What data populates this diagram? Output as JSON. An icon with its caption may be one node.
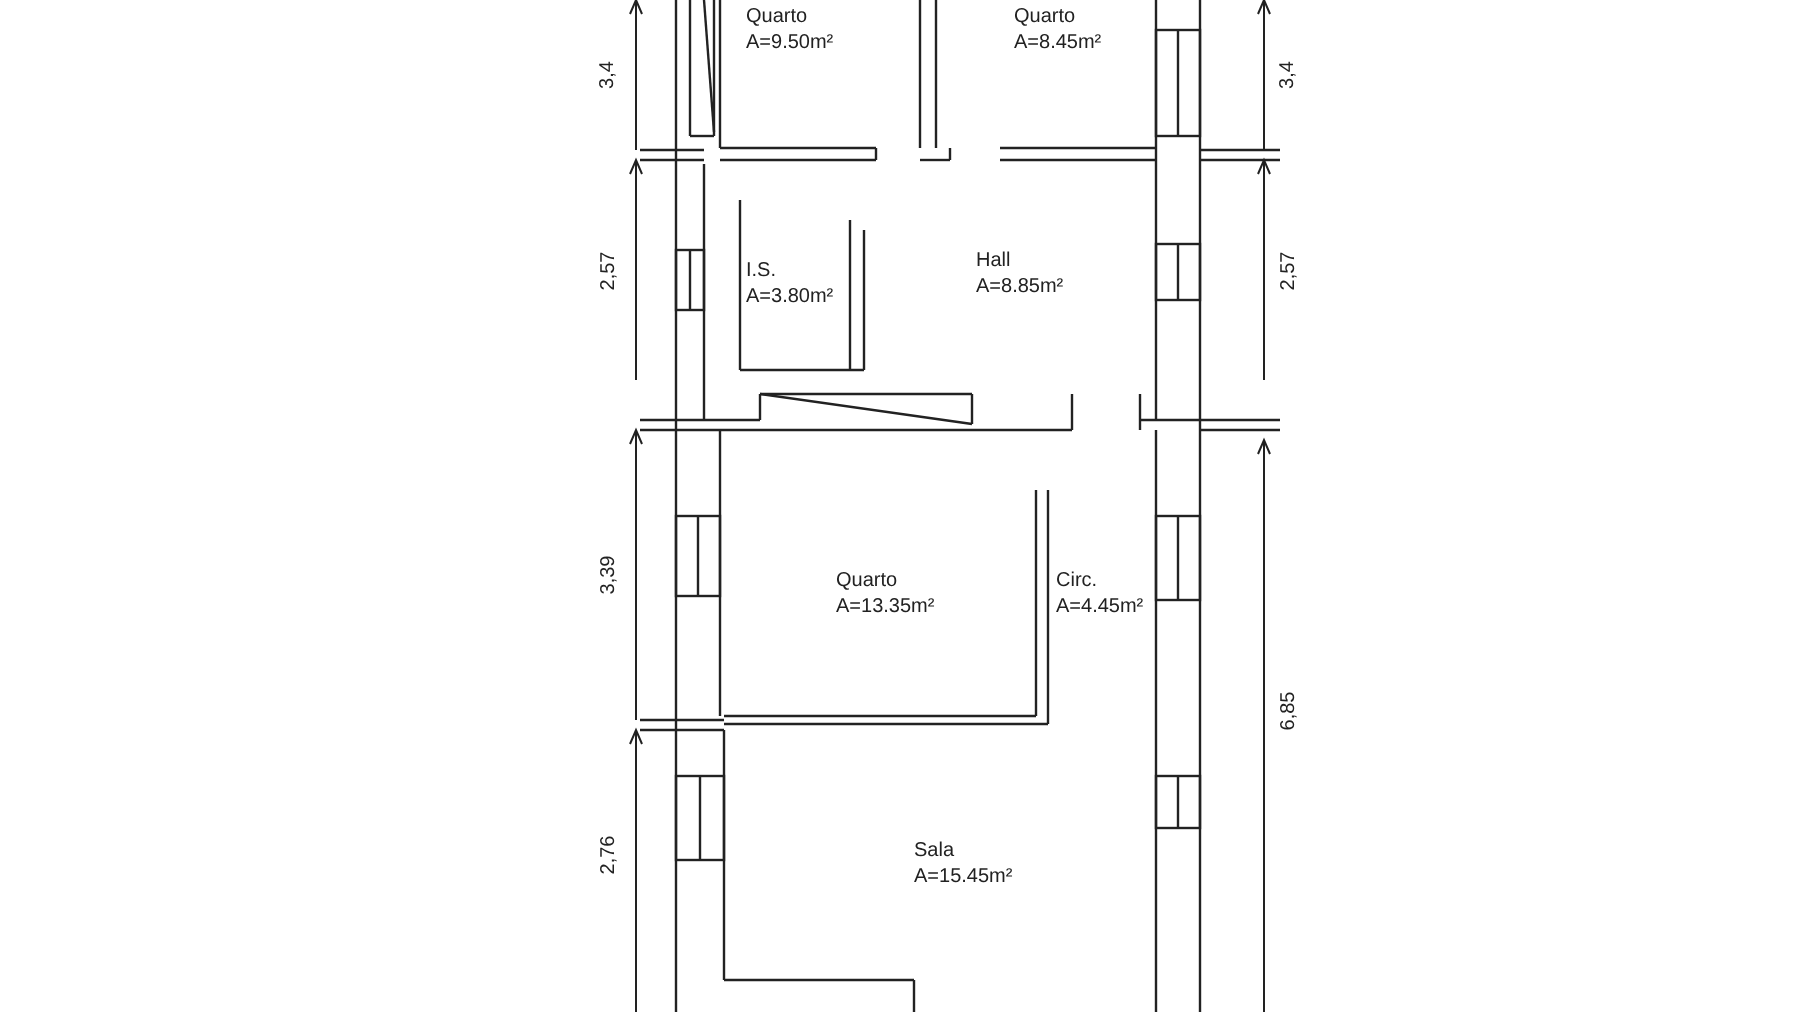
{
  "diagram": {
    "nodes": [
      {
        "text": [
          "Quarto",
          "A=9.50m²"
        ]
      },
      {
        "text": [
          "Quarto",
          "A=8.45m²"
        ]
      },
      {
        "text": [
          "I.S.",
          "A=3.80m²"
        ]
      },
      {
        "text": [
          "Hall",
          "A=8.85m²"
        ]
      },
      {
        "text": [
          "Quarto",
          "A=13.35m²"
        ]
      },
      {
        "text": [
          "Circ.",
          "A=4.45m²"
        ]
      },
      {
        "text": [
          "Sala",
          "A=15.45m²"
        ]
      }
    ],
    "labels": [
      "3,4",
      "3,4",
      "2,57",
      "2,57",
      "3,39",
      "6,85",
      "2,76"
    ]
  }
}
